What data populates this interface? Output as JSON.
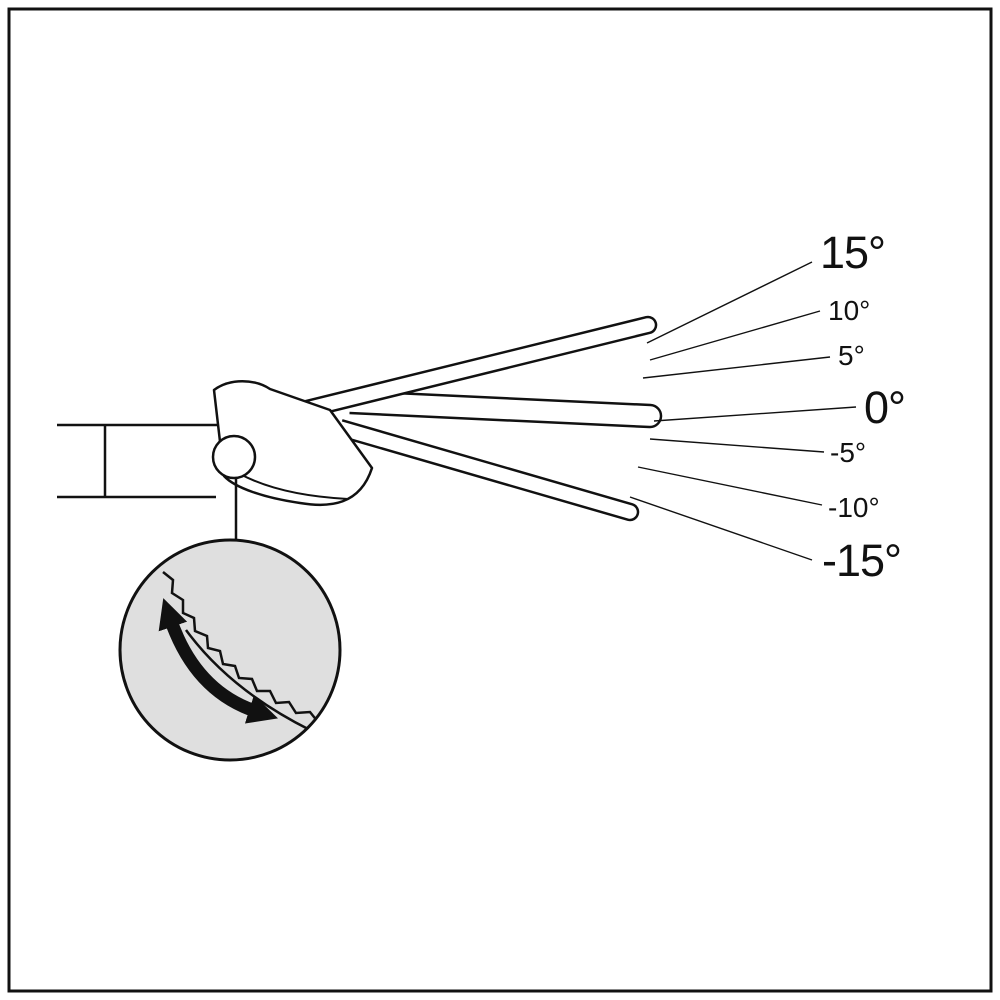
{
  "figure": {
    "angle_labels": [
      {
        "label": "15°",
        "emphasis": "major"
      },
      {
        "label": "10°",
        "emphasis": "minor"
      },
      {
        "label": "5°",
        "emphasis": "minor"
      },
      {
        "label": "0°",
        "emphasis": "major"
      },
      {
        "label": "-5°",
        "emphasis": "minor"
      },
      {
        "label": "-10°",
        "emphasis": "minor"
      },
      {
        "label": "-15°",
        "emphasis": "major"
      }
    ],
    "icons": {
      "tilt_arrow": "double-headed-curved-arrow",
      "detail_callout": "magnified-detail-circle"
    },
    "colors": {
      "line": "#111111",
      "background": "#ffffff",
      "detail_circle_fill": "#dfdfdf"
    }
  }
}
